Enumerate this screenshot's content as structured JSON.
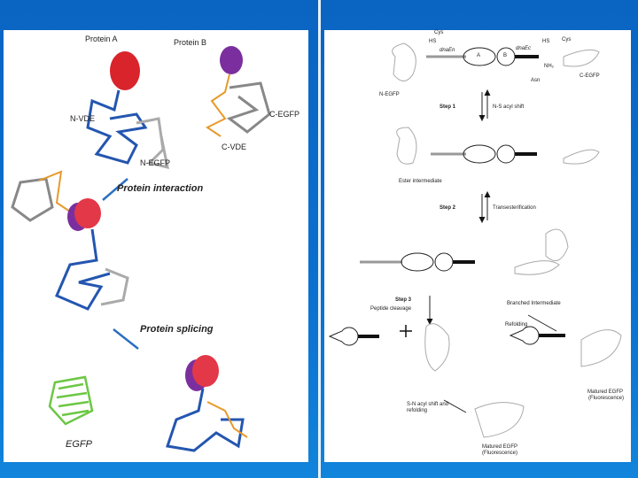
{
  "colors": {
    "background": "#0b6ccb",
    "protein_a": "#d9242c",
    "protein_b": "#7b2f9e",
    "vde": "#2456b0",
    "egfp": "#9a9a9a",
    "linker": "#e79a2a",
    "mature_egfp": "#6cc744"
  },
  "left_figure": {
    "protein_a": "Protein A",
    "protein_b": "Protein B",
    "n_vde": "N-VDE",
    "n_egfp": "N-EGFP",
    "c_vde": "C-VDE",
    "c_egfp": "C-EGFP",
    "step_interaction": "Protein interaction",
    "step_splicing": "Protein splicing",
    "egfp": "EGFP"
  },
  "right_figure": {
    "cys_top": "Cys",
    "hs1": "HS",
    "hs2": "HS",
    "cys_right": "Cys",
    "dnaen": "dnaEn",
    "dnaec": "dnaEc",
    "domain_a": "A",
    "domain_b": "B",
    "asn": "Asn",
    "n_egfp": "N-EGFP",
    "c_egfp": "C-EGFP",
    "nh2": "NH₂",
    "step1": "Step 1",
    "step1_desc": "N-S acyl shift",
    "ester": "Ester intermediate",
    "step2": "Step 2",
    "step2_desc": "Transesterification",
    "branched": "Branched Intermediate",
    "step3": "Step 3",
    "step3_desc": "Peptide cleavage",
    "refolding": "Refolding",
    "matured_right": "Matured EGFP",
    "fluor_right": "(Fluorescence)",
    "sn_shift": "S-N acyl shift and",
    "sn_refold": "refolding",
    "matured_bottom": "Matured EGFP",
    "fluor_bottom": "(Fluorescence)"
  }
}
